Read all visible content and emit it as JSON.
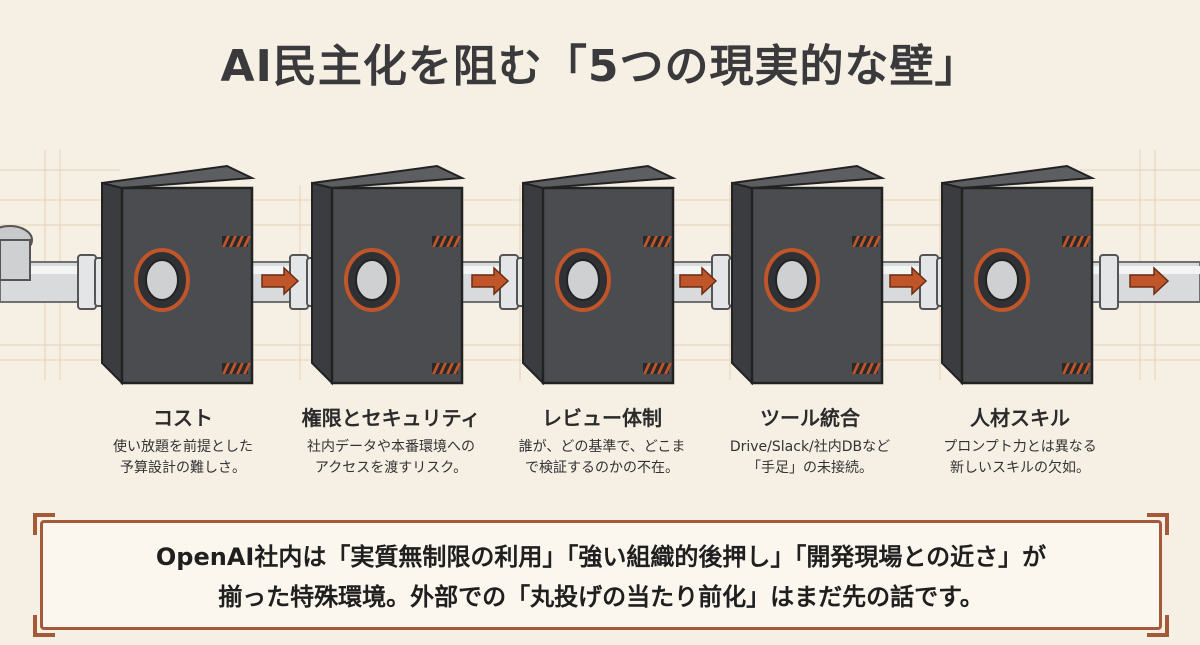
{
  "title": "AI民主化を阻む「5つの現実的な壁」",
  "walls": [
    {
      "title": "コスト",
      "lines": [
        "使い放題を前提とした",
        "予算設計の難しさ。"
      ]
    },
    {
      "title": "権限とセキュリティ",
      "lines": [
        "社内データや本番環境への",
        "アクセスを渡すリスク。"
      ]
    },
    {
      "title": "レビュー体制",
      "lines": [
        "誰が、どの基準で、どこま",
        "で検証するのかの不在。"
      ]
    },
    {
      "title": "ツール統合",
      "lines": [
        "Drive/Slack/社内DBなど",
        "「手足」の未接続。"
      ]
    },
    {
      "title": "人材スキル",
      "lines": [
        "プロンプト力とは異なる",
        "新しいスキルの欠如。"
      ]
    }
  ],
  "callout": {
    "line1": "OpenAI社内は「実質無制限の利用」「強い組織的後押し」「開発現場との近さ」が",
    "line2": "揃った特殊環境。外部での「丸投げの当たり前化」はまだ先の話です。"
  },
  "colors": {
    "background": "#f5efe4",
    "wall": "#4a4c50",
    "accent": "#c0552a",
    "pipe": "#d9dadb",
    "border": "#a35a3a"
  }
}
